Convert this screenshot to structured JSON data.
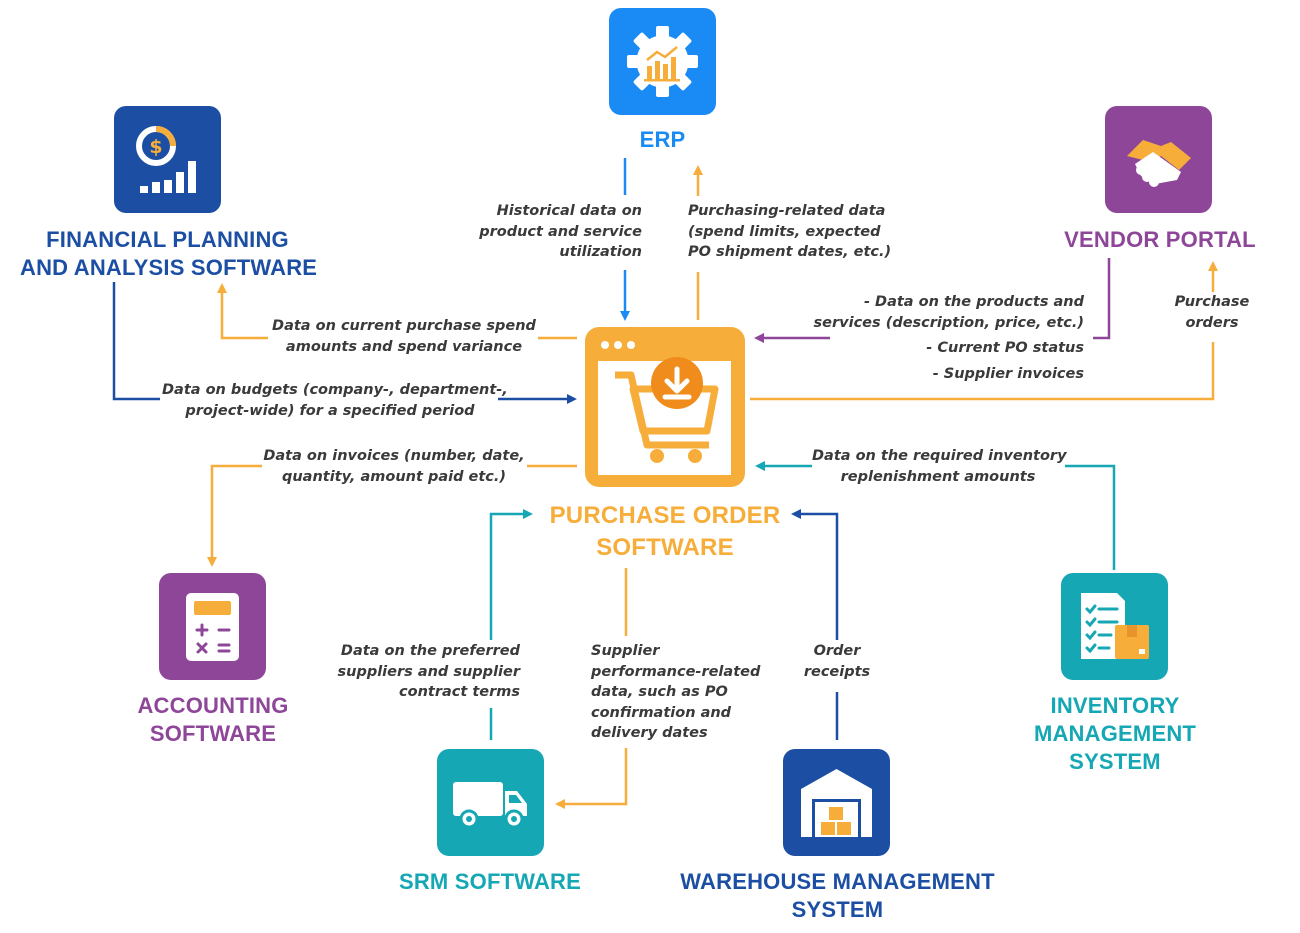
{
  "colors": {
    "orange": "#f7ad3a",
    "blue": "#1c4fa3",
    "purple": "#8e4699",
    "teal": "#15a7b4",
    "erp_blue": "#1a8af5",
    "text": "#3a3a3a"
  },
  "nodes": {
    "erp": {
      "title": "ERP",
      "icon": "gear-chart-icon"
    },
    "fpa": {
      "title_line1": "FINANCIAL PLANNING",
      "title_line2": "AND ANALYSIS SOFTWARE",
      "icon": "dollar-chart-icon"
    },
    "vendor": {
      "title": "VENDOR PORTAL",
      "icon": "handshake-icon"
    },
    "po": {
      "title_line1": "PURCHASE ORDER",
      "title_line2": "SOFTWARE",
      "icon": "cart-download-icon"
    },
    "accounting": {
      "title_line1": "ACCOUNTING",
      "title_line2": "SOFTWARE",
      "icon": "calculator-icon"
    },
    "inventory": {
      "title_line1": "INVENTORY",
      "title_line2": "MANAGEMENT",
      "title_line3": "SYSTEM",
      "icon": "checklist-box-icon"
    },
    "srm": {
      "title": "SRM SOFTWARE",
      "icon": "truck-icon"
    },
    "warehouse": {
      "title_line1": "WAREHOUSE MANAGEMENT",
      "title_line2": "SYSTEM",
      "icon": "warehouse-icon"
    }
  },
  "labels": {
    "erp_in": [
      "Historical data on",
      "product and service",
      "utilization"
    ],
    "erp_out": [
      "Purchasing-related data",
      "(spend limits, expected",
      "PO shipment dates, etc.)"
    ],
    "fpa_out": [
      "Data on current purchase spend",
      "amounts and spend variance"
    ],
    "fpa_in": [
      "Data on budgets (company-, department-,",
      "project-wide) for a specified period"
    ],
    "vendor_in": [
      "- Data on the products and",
      "services (description, price, etc.)",
      "- Current PO status",
      "- Supplier invoices"
    ],
    "vendor_out": [
      "Purchase",
      "orders"
    ],
    "accounting": [
      "Data on invoices (number, date,",
      "quantity, amount paid etc.)"
    ],
    "inventory": [
      "Data on the required inventory",
      "replenishment amounts"
    ],
    "srm_in": [
      "Data on the preferred",
      "suppliers and supplier",
      "contract terms"
    ],
    "srm_out": [
      "Supplier",
      "performance-related",
      "data, such as PO",
      "confirmation and",
      "delivery dates"
    ],
    "warehouse": [
      "Order",
      "receipts"
    ]
  }
}
